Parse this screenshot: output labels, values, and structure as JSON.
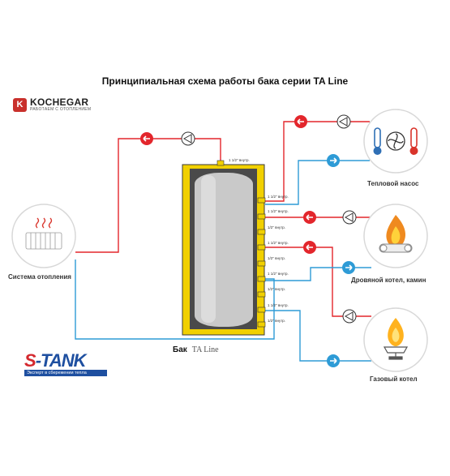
{
  "title": "Принципиальная схема работы бака серии TA Line",
  "brand": {
    "letter": "K",
    "name": "KOCHEGAR",
    "tagline": "РАБОТАЕМ С ОТОПЛЕНИЕМ"
  },
  "heating": {
    "label": "Система отопления"
  },
  "heat_pump": {
    "label": "Тепловой насос"
  },
  "wood_boiler": {
    "label": "Дровяной котел, камин"
  },
  "gas_boiler": {
    "label": "Газовый котел"
  },
  "tank": {
    "label": "Бак",
    "series": "TA Line"
  },
  "stank": {
    "s": "S",
    "name": "-TANK",
    "tagline": "Эксперт в сбережении тепла"
  },
  "ports": {
    "top": "1 1/2\" внутр.",
    "p1": "1 1/2\" внутр.",
    "p2": "1 1/2\" внутр.",
    "p3": "1/2\" внутр.",
    "p4": "1 1/2\" внутр.",
    "p5": "1/2\" внутр.",
    "p6": "1 1/2\" внутр.",
    "p7": "1/2\" внутр.",
    "p8": "1 1/2\" внутр.",
    "p9": "1/2\" внутр."
  },
  "colors": {
    "hot": "#e3262c",
    "cold": "#2e9bd6",
    "tank_shell": "#f1d000",
    "tank_body": "#c9c9c9",
    "icon_hot": "#d9342b",
    "icon_cold": "#2f6fb5"
  }
}
